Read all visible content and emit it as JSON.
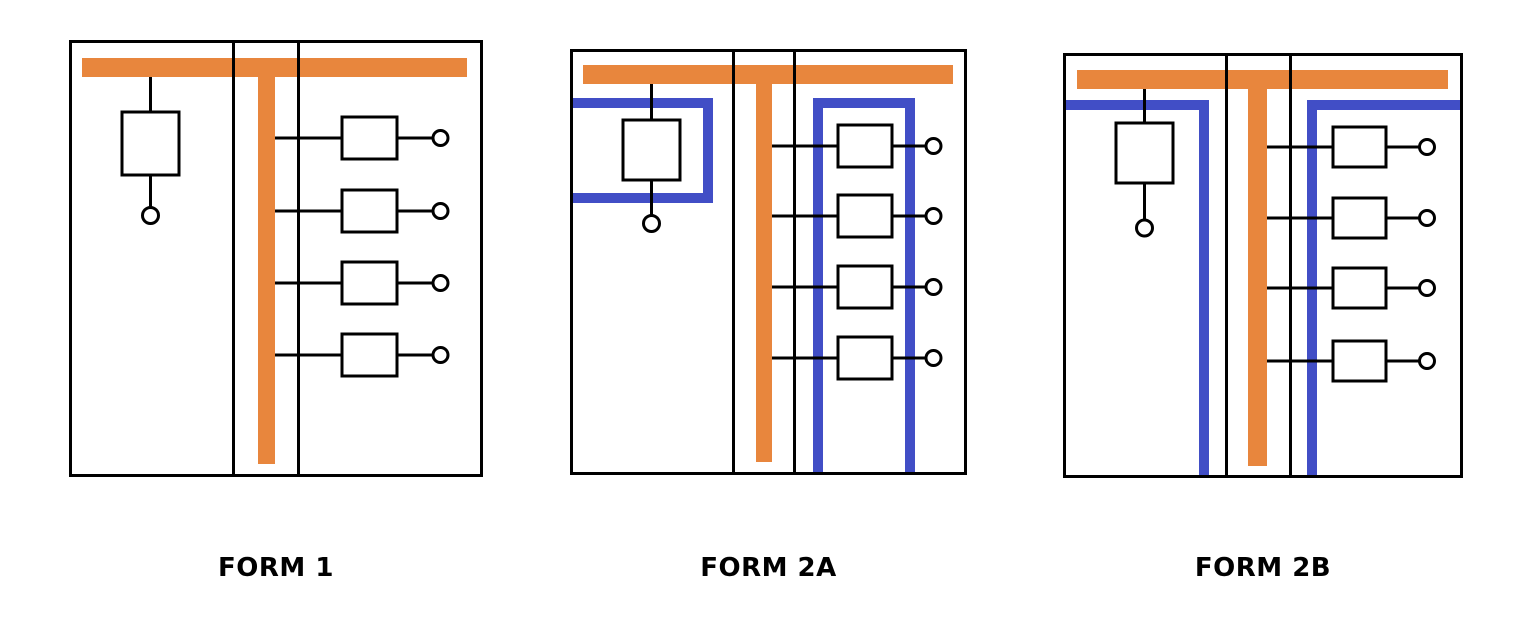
{
  "colors": {
    "busbar_orange": "#E8863D",
    "barrier_blue": "#414EC6",
    "line_black": "#000000",
    "background": "#FFFFFF",
    "label_text": "#000000"
  },
  "diagrams": [
    {
      "label": "FORM 1",
      "outgoing_units": 4,
      "has_blue_barrier": false
    },
    {
      "label": "FORM 2A",
      "outgoing_units": 4,
      "has_blue_barrier": true
    },
    {
      "label": "FORM 2B",
      "outgoing_units": 4,
      "has_blue_barrier": true
    }
  ]
}
